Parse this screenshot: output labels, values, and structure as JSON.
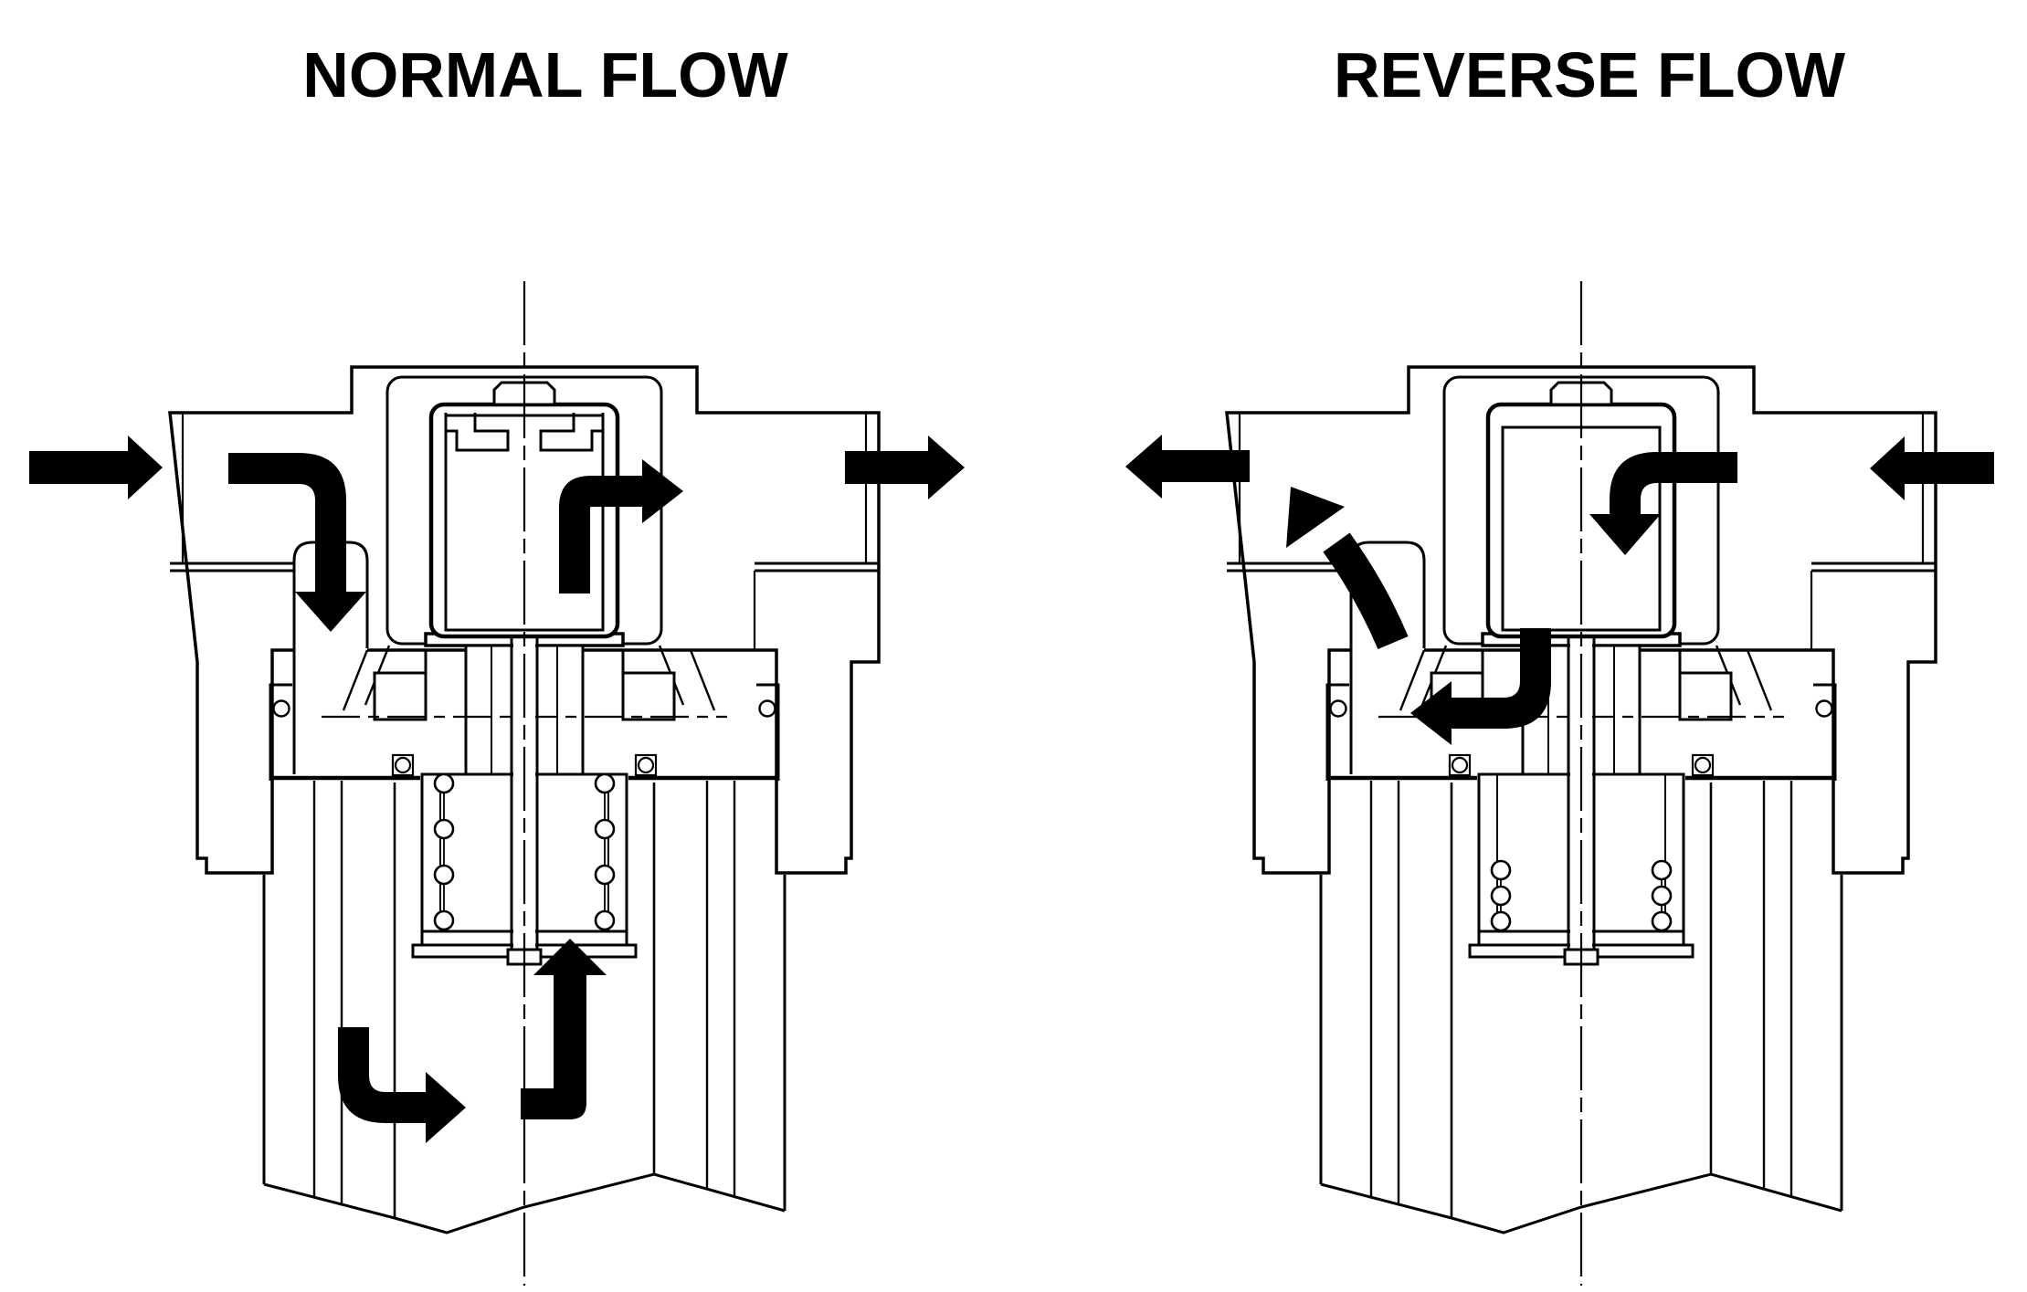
{
  "page": {
    "background": "#ffffff",
    "line_color": "#000000",
    "arrow_color": "#000000",
    "drawing_style": "CAD cross-section line drawing"
  },
  "diagrams": [
    {
      "id": "normal-flow",
      "title": "NORMAL FLOW",
      "spring_coils_per_side": 4,
      "arrows": [
        {
          "name": "inlet-port-arrow",
          "direction": "right"
        },
        {
          "name": "downcomer-arrow",
          "direction": "down"
        },
        {
          "name": "bowl-turn-arrow",
          "direction": "right"
        },
        {
          "name": "core-riser-arrow",
          "direction": "up"
        },
        {
          "name": "core-outlet-arrow",
          "direction": "right"
        },
        {
          "name": "outlet-port-arrow",
          "direction": "right"
        }
      ]
    },
    {
      "id": "reverse-flow",
      "title": "REVERSE FLOW",
      "spring_coils_per_side": 3,
      "arrows": [
        {
          "name": "outlet-port-arrow",
          "direction": "left"
        },
        {
          "name": "bypass-riser-arrow",
          "direction": "up-left"
        },
        {
          "name": "core-downflow-arrow",
          "direction": "down"
        },
        {
          "name": "underseat-arrow",
          "direction": "left"
        },
        {
          "name": "inlet-port-arrow",
          "direction": "left"
        }
      ]
    }
  ]
}
